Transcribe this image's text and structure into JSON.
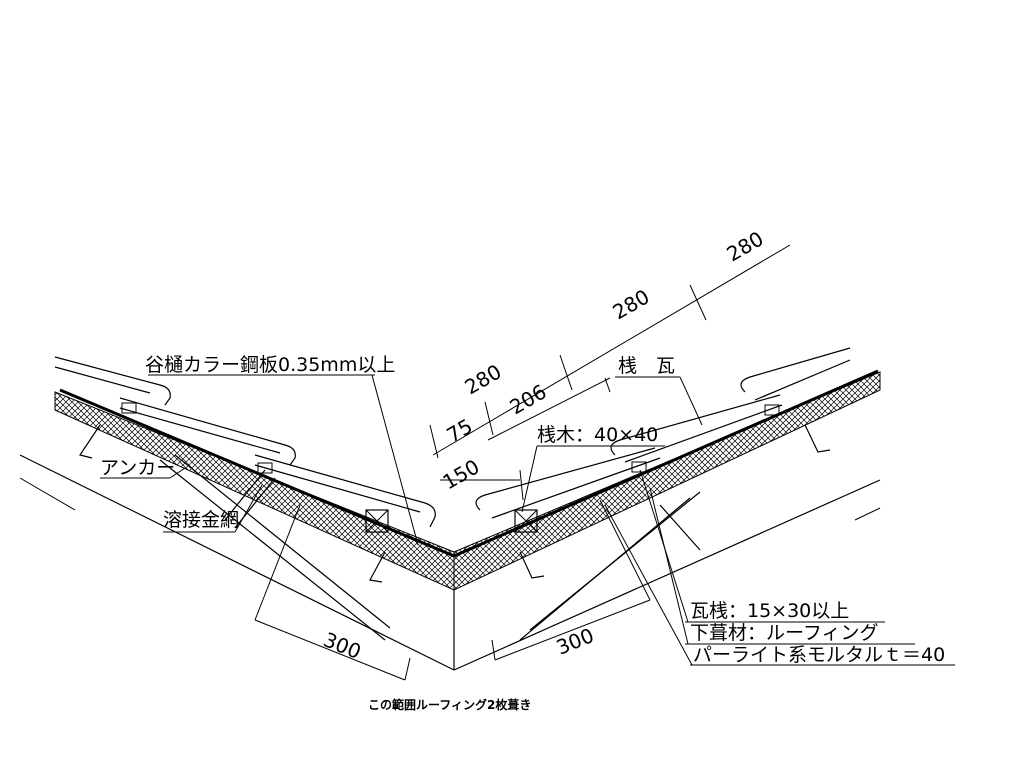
{
  "labels": {
    "gutter_collar": "谷樋カラー鋼板0.35mm以上",
    "anchor": "アンカー",
    "wire_mesh": "溶接金網",
    "batten_wood": "桟木：40×40",
    "tile": "桟　瓦",
    "tile_batten": "瓦桟：15×30以上",
    "underlay": "下葺材：ルーフィング",
    "mortar": "パーライト系モルタルｔ＝40",
    "note": "この範囲ルーフィング2枚葺き"
  },
  "dimensions": {
    "d280_a": "280",
    "d280_b": "280",
    "d280_c": "280",
    "d206": "206",
    "d75": "75",
    "d150": "150",
    "d300_left": "300",
    "d300_right": "300"
  },
  "colors": {
    "line": "#000000",
    "background": "#ffffff"
  }
}
